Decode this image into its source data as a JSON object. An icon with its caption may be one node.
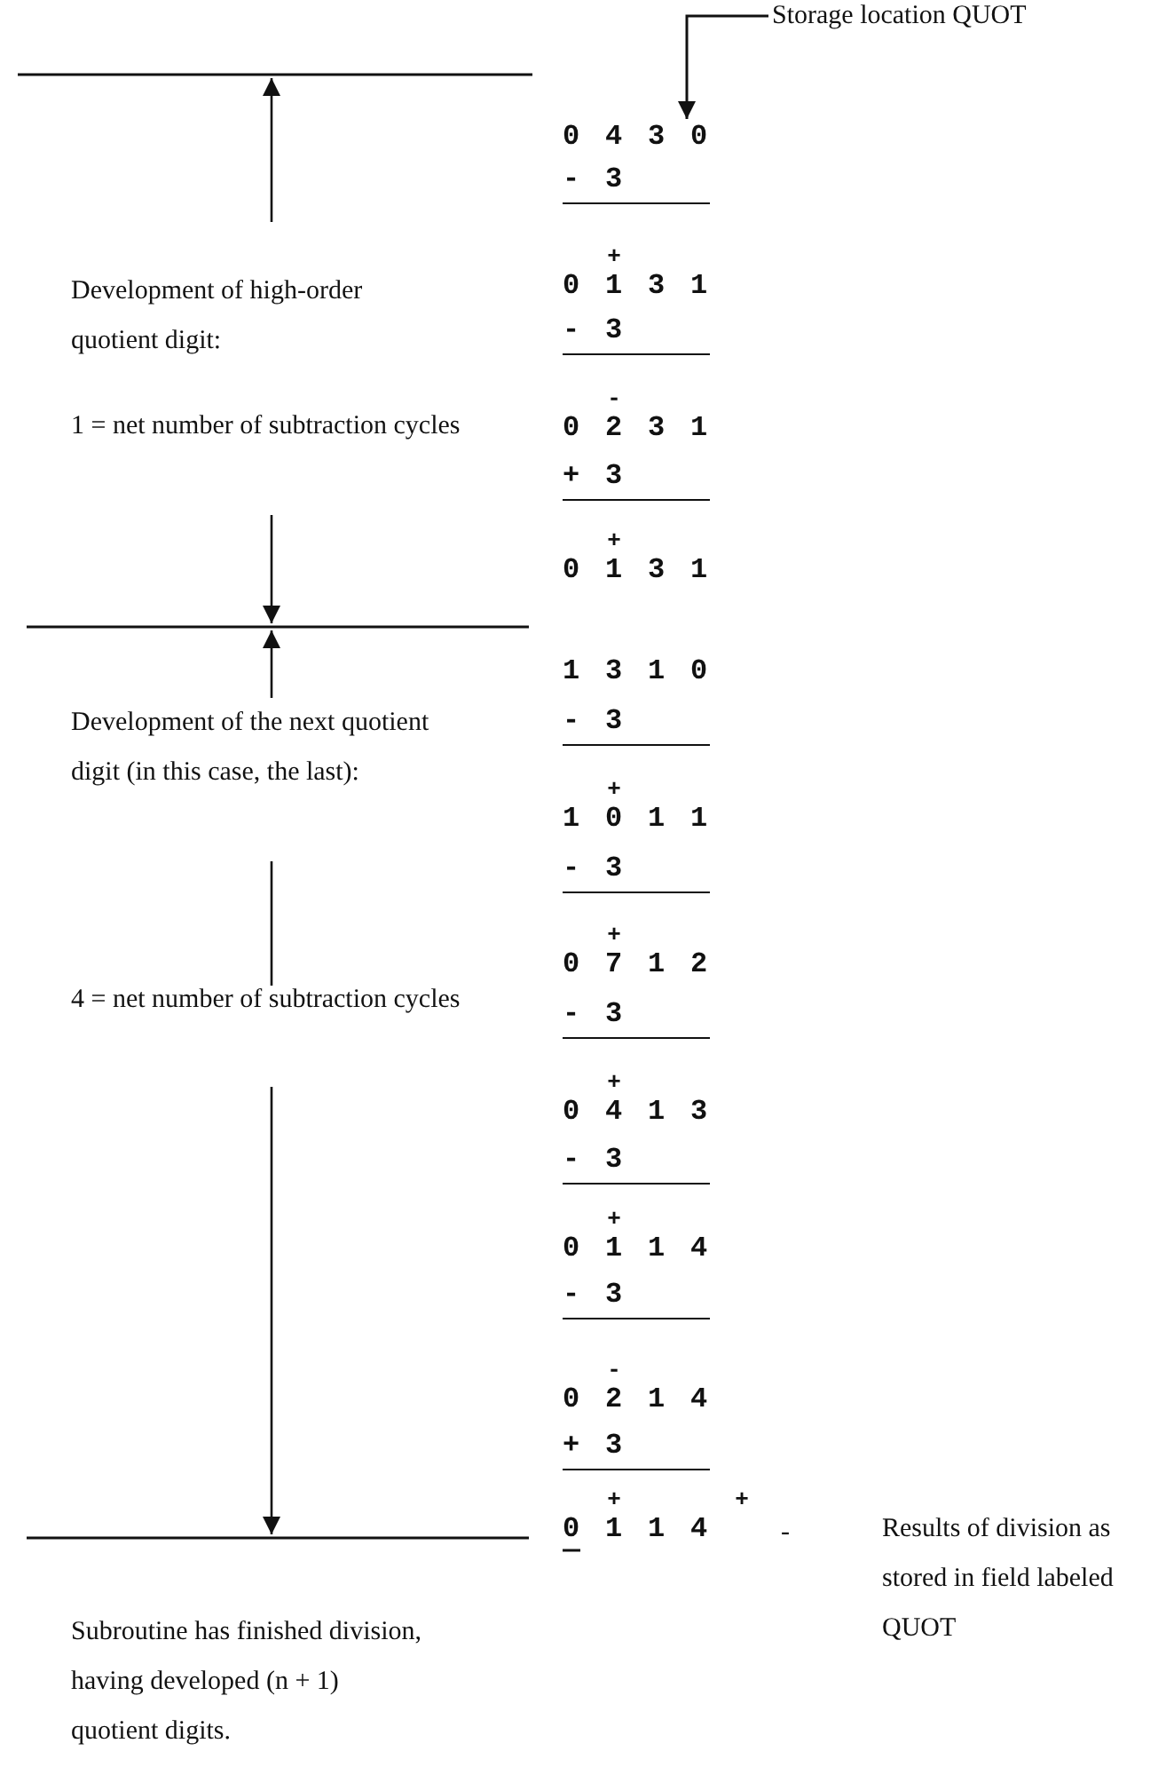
{
  "diagram": {
    "nodes": [
      {
        "text": [
          "Storage location QUOT"
        ]
      },
      {
        "text": [
          "0 4 3 0"
        ]
      }
    ],
    "edges": [
      {
        "from": 0,
        "to": 1,
        "arrow": "to"
      }
    ],
    "labels": [
      "- 3",
      "Development of high-order quotient digit:",
      "+",
      "0 1 3 1",
      "- 3",
      "1 = net number of subtraction cycles",
      "-",
      "0 2 3 1",
      "+ 3",
      "+",
      "0 1 3 1",
      "1 3 1 0",
      "- 3",
      "Development of the next quotient digit (in this case, the last):",
      "+",
      "1 0 1 1",
      "- 3",
      "+",
      "0 7 1 2",
      "4 = net number of subtraction cycles",
      "- 3",
      "+",
      "0 4 1 3",
      "- 3",
      "+",
      "0 1 1 4",
      "- 3",
      "-",
      "0 2 1 4",
      "+ 3",
      "+",
      "+",
      "0 1 1 4",
      "-",
      "Results of division as stored in field labeled QUOT",
      "Subroutine has finished division, having developed (n + 1) quotient digits."
    ]
  }
}
